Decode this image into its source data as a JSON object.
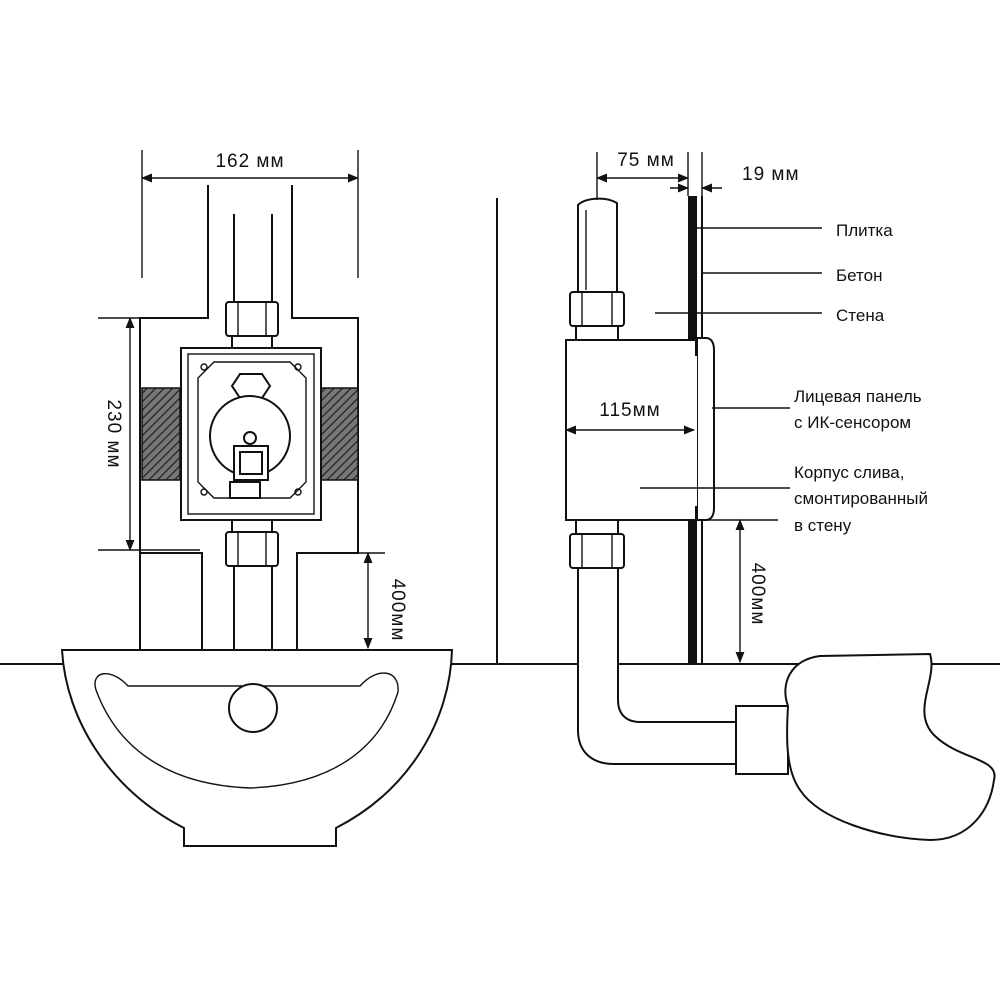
{
  "front_view": {
    "width_dim": "162 мм",
    "height_dim": "230 мм",
    "drop_dim": "400мм"
  },
  "side_view": {
    "depth_dim": "75 мм",
    "tile_dim": "19 мм",
    "body_dim": "115мм",
    "drop_dim": "400мм",
    "labels": {
      "tile": "Плитка",
      "concrete": "Бетон",
      "wall": "Стена",
      "panel_line1": "Лицевая панель",
      "panel_line2": "с ИК-сенсором",
      "body_line1": "Корпус слива,",
      "body_line2": "смонтированный",
      "body_line3": "в стену"
    }
  }
}
